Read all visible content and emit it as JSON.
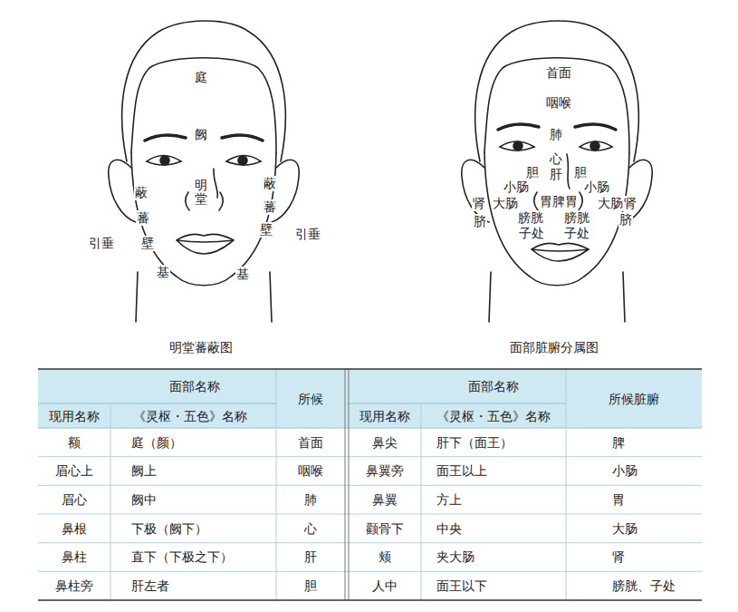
{
  "diagram": {
    "labels": [
      "庭",
      "阙",
      "明堂",
      "蔽",
      "蕃",
      "引垂",
      "壁",
      "基",
      "蔽",
      "蕃",
      "壁",
      "引垂",
      "基",
      "明堂蕃蔽图",
      "首面",
      "咽喉",
      "肺",
      "心",
      "胆",
      "肝",
      "胆",
      "小肠",
      "小肠",
      "肾",
      "大肠",
      "胃",
      "脾",
      "胃",
      "大肠",
      "肾",
      "脐",
      "膀胱",
      "膀胱",
      "脐",
      "子处",
      "子处",
      "面部脏腑分属图",
      "面部名称",
      "所候",
      "现用名称",
      "《灵枢・五色》名称",
      "面部名称",
      "所候脏腑",
      "现用名称",
      "《灵枢・五色》名称",
      "额",
      "庭（颜）",
      "首面",
      "鼻尖",
      "肝下（面王）",
      "脾",
      "眉心上",
      "阙上",
      "咽喉",
      "鼻翼旁",
      "面王以上",
      "小肠",
      "眉心",
      "阙中",
      "肺",
      "鼻翼",
      "方上",
      "胃",
      "鼻根",
      "下极（阙下）",
      "心",
      "颧骨下",
      "中央",
      "大肠",
      "鼻柱",
      "直下（下极之下）",
      "肝",
      "颊",
      "夹大肠",
      "肾",
      "鼻柱旁",
      "肝左者",
      "胆",
      "人中",
      "面王以下",
      "膀胱、子处"
    ]
  }
}
